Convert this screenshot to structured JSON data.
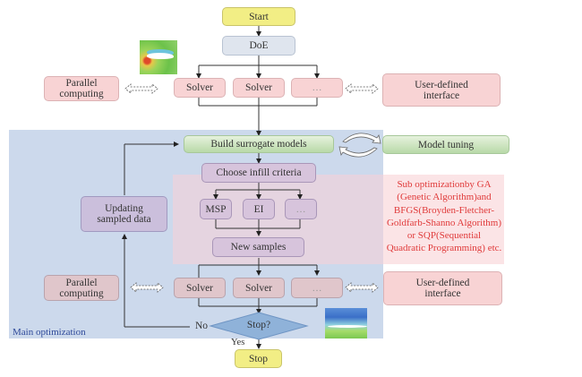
{
  "flow": {
    "start": "Start",
    "doe": "DoE",
    "top_solvers": [
      "Solver",
      "Solver",
      "…"
    ],
    "parallel_computing_top": "Parallel computing",
    "user_defined_top": "User-defined interface",
    "build_surrogate": "Build surrogate models",
    "model_tuning": "Model tuning",
    "choose_infill": "Choose infill criteria",
    "criteria": [
      "MSP",
      "EI",
      "…"
    ],
    "new_samples": "New samples",
    "updating_sampled_data": "Updating sampled data",
    "sub_optimization": "Sub optimizationby GA (Genetic Algorithm)and BFGS(Broyden-Fletcher-Goldfarb-Shanno Algorithm) or SQP(Sequential Quadratic Programming) etc.",
    "sub_optimization_lines": [
      "Sub optimizationby GA",
      "(Genetic Algorithm)and",
      "BFGS(Broyden-Fletcher-",
      "Goldfarb-Shanno Algorithm)",
      "or SQP(Sequential",
      "Quadratic Programming) etc."
    ],
    "bottom_solvers": [
      "Solver",
      "Solver",
      "…"
    ],
    "parallel_computing_bottom": "Parallel computing",
    "user_defined_bottom": "User-defined interface",
    "stop_decision": "Stop?",
    "no_label": "No",
    "yes_label": "Yes",
    "stop": "Stop",
    "main_optimization_label": "Main optimization"
  },
  "icons": {
    "cycle": "cycle-arrows-icon",
    "double_arrow": "double-arrow-icon",
    "airfoil_top": "airfoil-cfd-image",
    "airfoil_bottom": "airfoil-cfd-image"
  }
}
